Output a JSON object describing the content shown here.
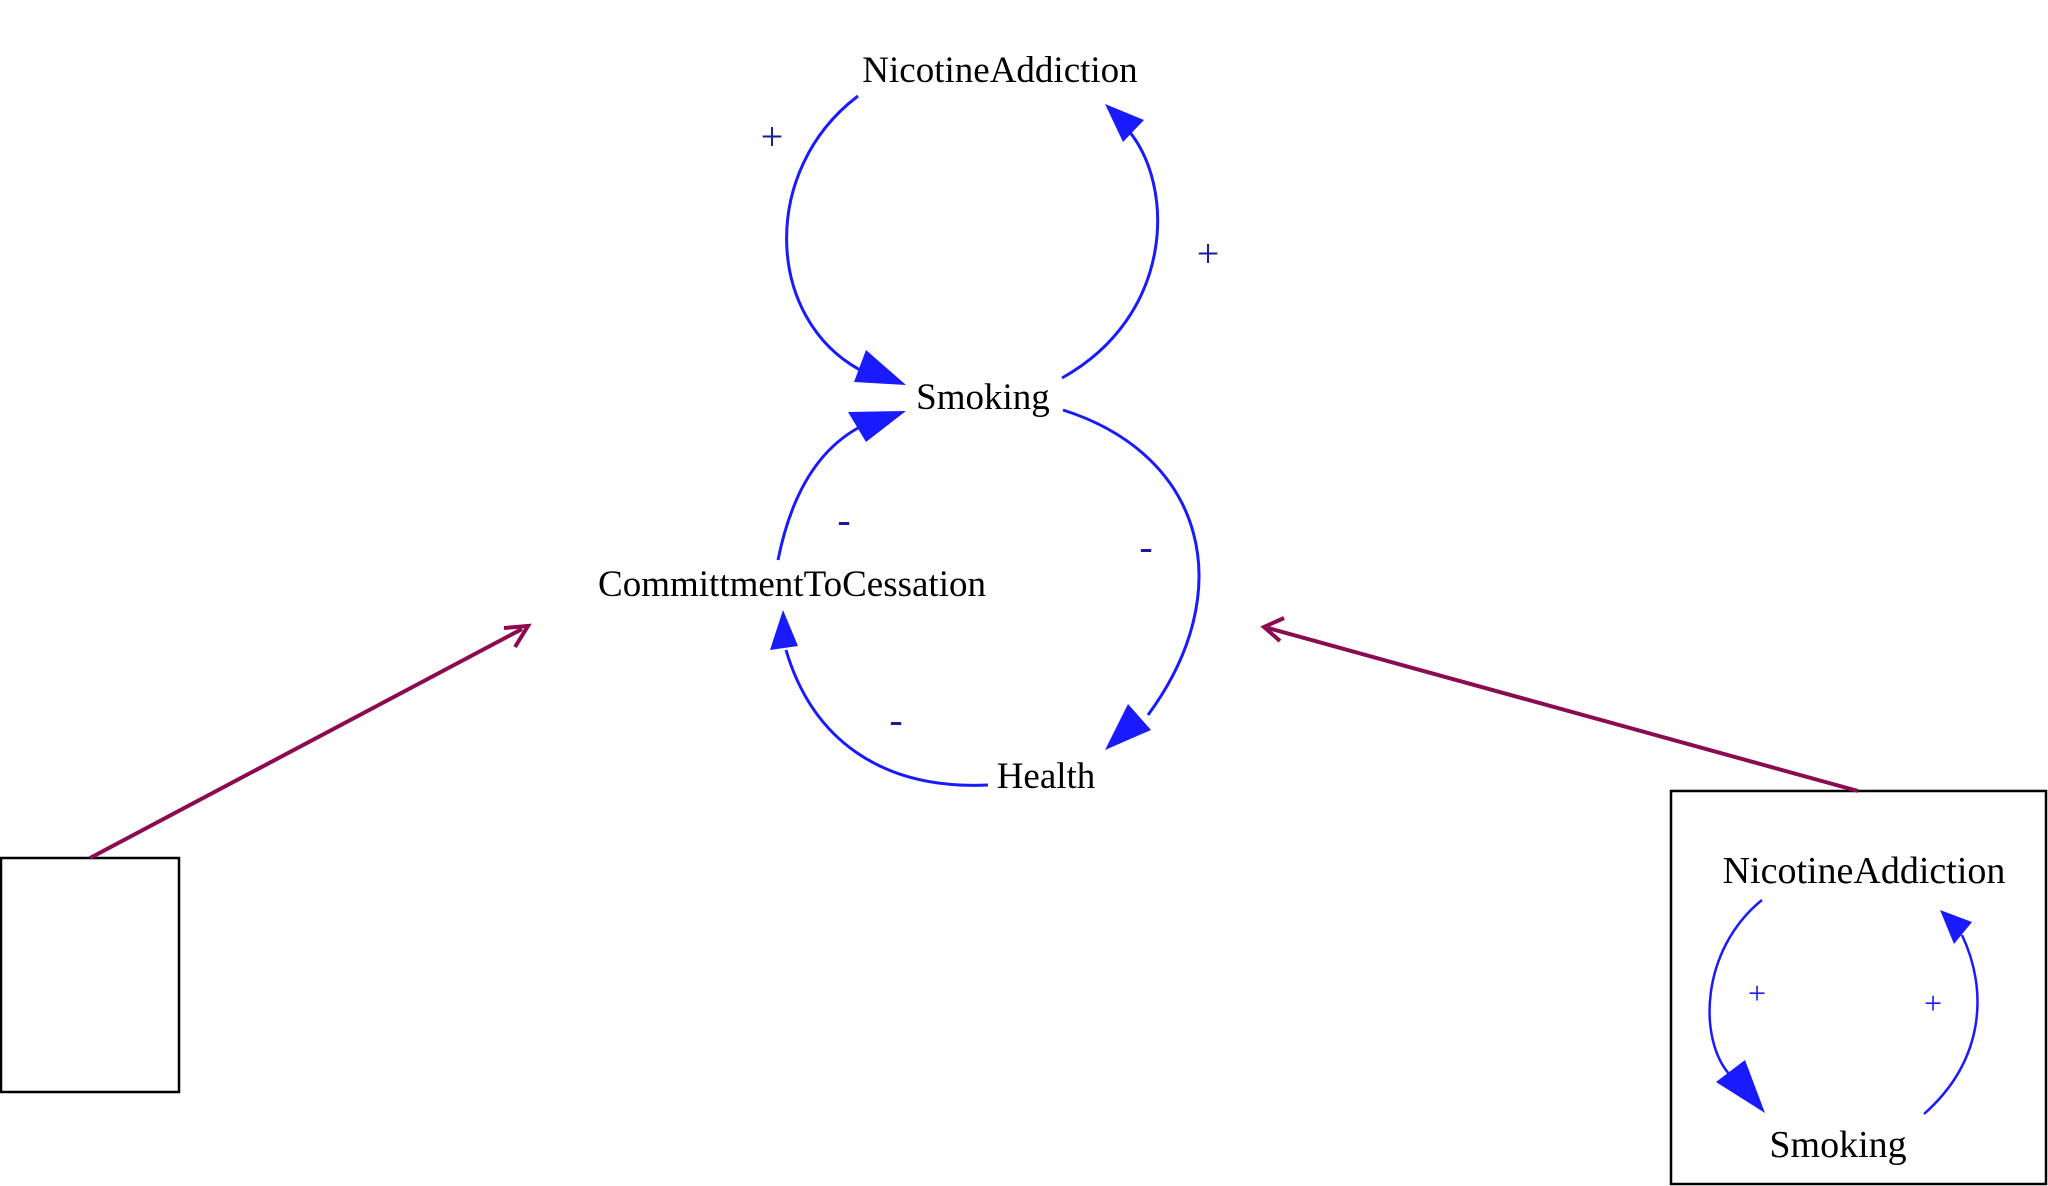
{
  "main_diagram": {
    "nodes": {
      "nicotine_addiction": "NicotineAddiction",
      "smoking": "Smoking",
      "commitment": "CommittmentToCessation",
      "health": "Health"
    },
    "polarities": {
      "addiction_to_smoking": "+",
      "smoking_to_addiction": "+",
      "commitment_to_smoking": "-",
      "smoking_to_health": "-",
      "health_to_commitment": "-"
    }
  },
  "inset_diagram": {
    "nodes": {
      "nicotine_addiction": "NicotineAddiction",
      "smoking": "Smoking"
    },
    "polarities": {
      "addiction_to_smoking": "+",
      "smoking_to_addiction": "+"
    }
  },
  "colors": {
    "link": "#1a1aff",
    "polarity": "#1a1a9e",
    "pointer": "#8b0a50",
    "box": "#000000"
  }
}
